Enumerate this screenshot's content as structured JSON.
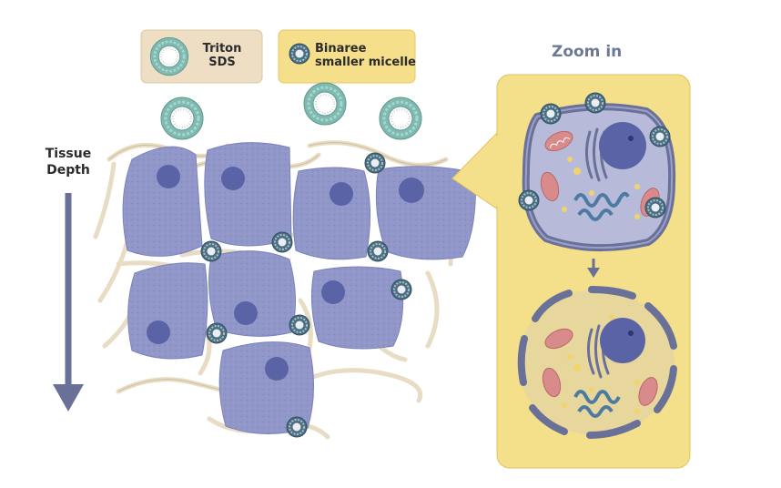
{
  "legend": {
    "item1": {
      "line1": "Triton",
      "line2": "SDS",
      "icon": "large-micelle-icon"
    },
    "item2": {
      "line1": "Binaree",
      "line2": "smaller micelle",
      "icon": "small-micelle-icon"
    }
  },
  "depth_axis": {
    "line1": "Tissue",
    "line2": "Depth"
  },
  "zoom": {
    "title": "Zoom in"
  },
  "colors": {
    "cell_fill": "#8f95c8",
    "nucleus": "#5a63a6",
    "fiber": "#e8dcc4",
    "micelle_teal": "#7fbab0",
    "zoom_panel": "#f4df8a",
    "legend_tan": "#eedfc4",
    "legend_yellow": "#f6df8a",
    "arrow": "#6a7198"
  }
}
